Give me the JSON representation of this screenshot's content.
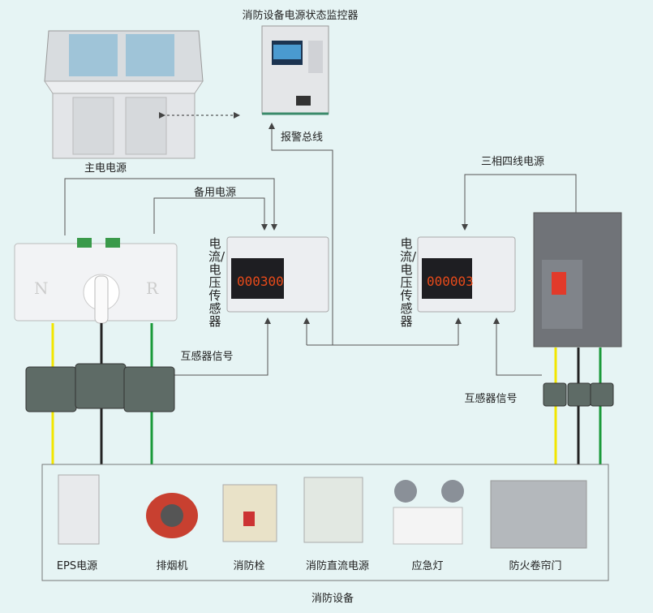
{
  "labels": {
    "monitor": "消防设备电源状态监控器",
    "alarm_bus": "报警总线",
    "main_power": "主电电源",
    "backup_power": "备用电源",
    "three_phase_power": "三相四线电源",
    "sensor_left": "电流/电压传感器",
    "sensor_right": "电流/电压传感器",
    "ct_signal_left": "互感器信号",
    "ct_signal_right": "互感器信号",
    "fire_equipment": "消防设备"
  },
  "equipment": [
    {
      "label": "EPS电源"
    },
    {
      "label": "排烟机"
    },
    {
      "label": "消防栓"
    },
    {
      "label": "消防直流电源"
    },
    {
      "label": "应急灯"
    },
    {
      "label": "防火卷帘门"
    }
  ],
  "colors": {
    "background": "#e6f4f4",
    "line": "#555555",
    "wire_yellow": "#f2e600",
    "wire_black": "#222222",
    "wire_green": "#1a9a3a",
    "display_digits": "#e84a1a"
  }
}
